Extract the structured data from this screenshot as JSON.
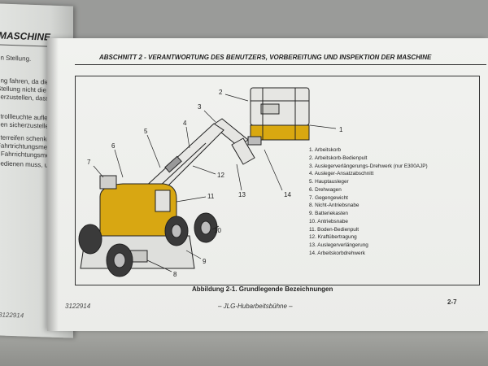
{
  "left_page": {
    "title": "MASCHINE",
    "lines": [
      "en Stellung.",
      "ung fahren, da die",
      "Stellung nicht die",
      "herzustellen, dass n",
      "ntrollleuchte aufleu",
      "hen sicherzustellen",
      "nterreifen schenke",
      "Fahrtrichtungsme",
      "r Fahrrichtungsme",
      "bedienen muss, un"
    ],
    "footer": "3122914"
  },
  "header": "ABSCHNITT 2 - VERANTWORTUNG DES BENUTZERS, VORBEREITUNG UND INSPEKTION DER MASCHINE",
  "callouts": [
    "1",
    "2",
    "3",
    "4",
    "5",
    "6",
    "7",
    "8",
    "9",
    "10",
    "11",
    "12",
    "13",
    "14"
  ],
  "legend": [
    "1. Arbeitskorb",
    "2. Arbeitskorb-Bedienpult",
    "3. Auslegerverlängerungs-Drehwerk (nur E300AJP)",
    "4. Ausleger-Ansatzabschnitt",
    "5. Hauptausleger",
    "6. Drehwagen",
    "7. Gegengewicht",
    "8. Nicht-Antriebsnabe",
    "9. Batteriekasten",
    "10. Antriebsnabe",
    "11. Boden-Bedienpult",
    "12. Kraftübertragung",
    "13. Auslegerverlängerung",
    "14. Arbeitskorbdrehwerk"
  ],
  "caption": "Abbildung 2-1. Grundlegende Bezeichnungen",
  "page_number": "3122914",
  "footer": "– JLG-Hubarbeitsbühne –",
  "page_ref": "2-7"
}
